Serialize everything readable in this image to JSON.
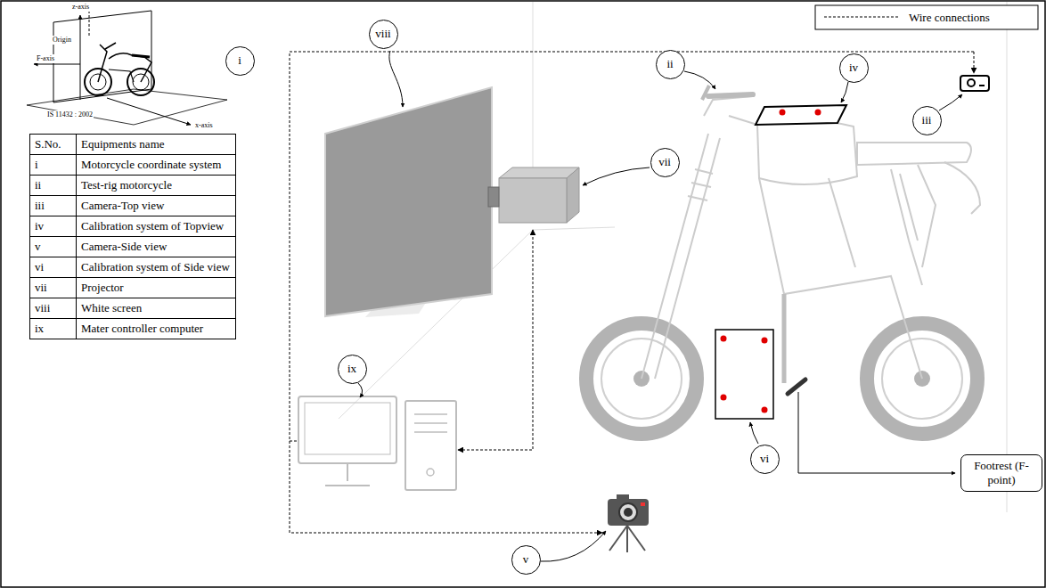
{
  "diagram": {
    "nodes": [
      {
        "text": [
          "viii"
        ]
      },
      {
        "text": [
          "i"
        ]
      },
      {
        "text": [
          "ii"
        ]
      },
      {
        "text": [
          "iv"
        ]
      },
      {
        "text": [
          "iii"
        ]
      },
      {
        "text": [
          "vii"
        ]
      },
      {
        "text": [
          "ix"
        ]
      },
      {
        "text": [
          "vi"
        ]
      },
      {
        "text": [
          "Footrest (F-point)"
        ]
      },
      {
        "text": [
          "v"
        ]
      }
    ],
    "labels": [
      "z-axis",
      "Origin",
      "F-axis",
      "IS 11432 : 2002",
      "x-axis",
      "S.No.",
      "Equipments name",
      "i",
      "Motorcycle coordinate system",
      "ii",
      "Test-rig motorcycle",
      "iii",
      "Camera-Top view",
      "iv",
      "Calibration system of Topview",
      "v",
      "Camera-Side view",
      "vi",
      "Calibration system of Side view",
      "vii",
      "Projector",
      "viii",
      "White screen",
      "ix",
      "Mater controller computer"
    ],
    "legend": [
      {
        "text": "Wire connections"
      }
    ]
  }
}
